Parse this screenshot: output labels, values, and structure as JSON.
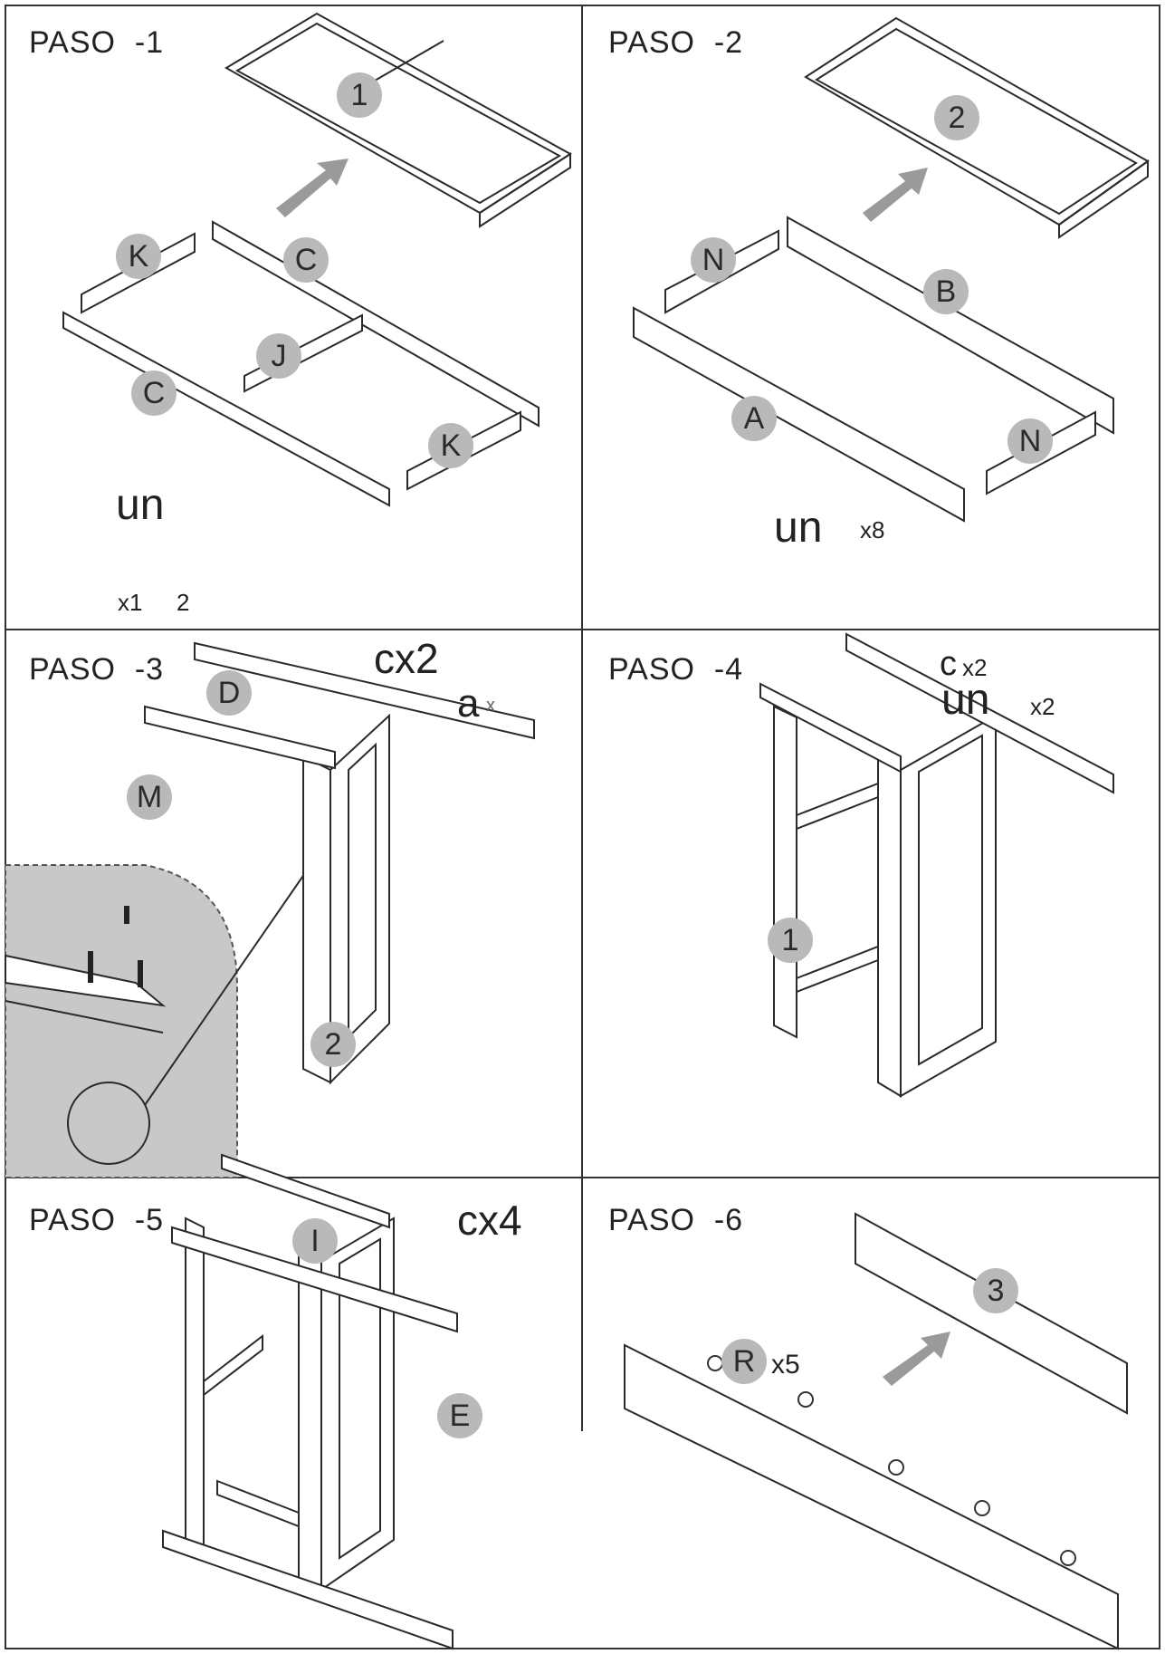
{
  "steps": [
    {
      "title": "PASO  -1"
    },
    {
      "title": "PASO  -2"
    },
    {
      "title": "PASO  -3"
    },
    {
      "title": "PASO  -4"
    },
    {
      "title": "PASO  -5"
    },
    {
      "title": "PASO  -6"
    }
  ],
  "step1": {
    "sub_num": "1",
    "parts": [
      "K",
      "C",
      "J",
      "C",
      "K"
    ],
    "hw_letter": "un",
    "hw_count": "x1",
    "hw_count2": "2"
  },
  "step2": {
    "sub_num": "2",
    "parts": [
      "N",
      "B",
      "A",
      "N"
    ],
    "hw_letter": "un",
    "hw_count": "x8"
  },
  "step3": {
    "parts": [
      "D",
      "M",
      "2"
    ],
    "hw_c": "cx2",
    "hw_a": "a",
    "hw_a_suffix": "x"
  },
  "step4": {
    "parts": [
      "1"
    ],
    "hw_c": "c",
    "hw_c_count": "x2",
    "hw_a": "un",
    "hw_a_count": "x2"
  },
  "step5": {
    "parts": [
      "I",
      "E"
    ],
    "hw_c": "cx4"
  },
  "step6": {
    "sub_num": "3",
    "hw_r": "R",
    "hw_r_count": "x5"
  },
  "colors": {
    "grid": "#333333",
    "badge": "#b9b9b9",
    "arrow": "#9a9a9a",
    "detail_bg": "#c8c8c8"
  },
  "icons": [
    "panel-drawing",
    "dowel-icon",
    "screw-icon",
    "arrow-icon"
  ]
}
